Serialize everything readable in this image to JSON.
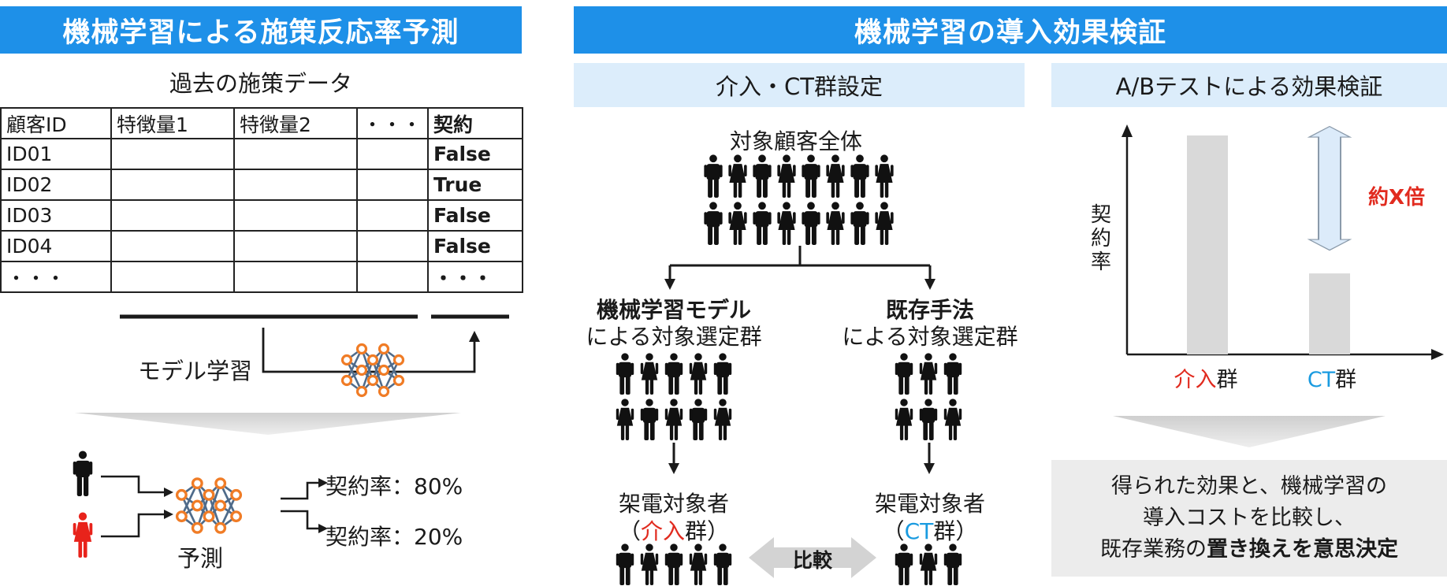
{
  "left": {
    "banner": "機械学習による施策反応率予測",
    "table_title": "過去の施策データ",
    "table": {
      "headers": [
        "顧客ID",
        "特徴量1",
        "特徴量2",
        "・・・",
        "契約"
      ],
      "rows": [
        [
          "ID01",
          "",
          "",
          "",
          "False"
        ],
        [
          "ID02",
          "",
          "",
          "",
          "True"
        ],
        [
          "ID03",
          "",
          "",
          "",
          "False"
        ],
        [
          "ID04",
          "",
          "",
          "",
          "False"
        ],
        [
          "・・・",
          "",
          "",
          "",
          "・・・"
        ]
      ]
    },
    "model_label": "モデル学習",
    "predict_label": "予測",
    "result_high": "契約率：80%",
    "result_low": "契約率：20%"
  },
  "right": {
    "banner": "機械学習の導入効果検証",
    "setup": {
      "title": "介入・CT群設定",
      "population_label": "対象顧客全体",
      "ml_bold": "機械学習モデル",
      "ml_sub": "による対象選定群",
      "legacy_bold": "既存手法",
      "legacy_sub": "による対象選定群",
      "call_target_left": "架電対象者",
      "call_group_left_open": "（",
      "call_group_left_colored": "介入",
      "call_group_left_close": "群）",
      "call_target_right": "架電対象者",
      "call_group_right_open": "（",
      "call_group_right_colored": "CT",
      "call_group_right_close": "群）",
      "compare_label": "比較"
    },
    "ab": {
      "title": "A/Bテストによる効果検証",
      "y_label": "契約率",
      "multiplier_label": "約X倍",
      "category_intervention_colored": "介入",
      "category_intervention_suffix": "群",
      "category_ct_colored": "CT",
      "category_ct_suffix": "群"
    },
    "conclusion": {
      "line1": "得られた効果と、機械学習の",
      "line2": "導入コストを比較し、",
      "line3_prefix": "既存業務の",
      "line3_bold": "置き換えを意思決定"
    }
  },
  "colors": {
    "banner": "#1e90e8",
    "subband": "#dcedfb",
    "intervention": "#e12b1f",
    "control": "#1a9be0",
    "network_node": "#f07c26",
    "network_edge": "#4f6b8a",
    "person_red": "#e8231b"
  },
  "chart_data": {
    "type": "bar",
    "categories": [
      "介入群",
      "CT群"
    ],
    "values": [
      1.0,
      0.37
    ],
    "ylabel": "契約率",
    "annotation": "約X倍"
  }
}
